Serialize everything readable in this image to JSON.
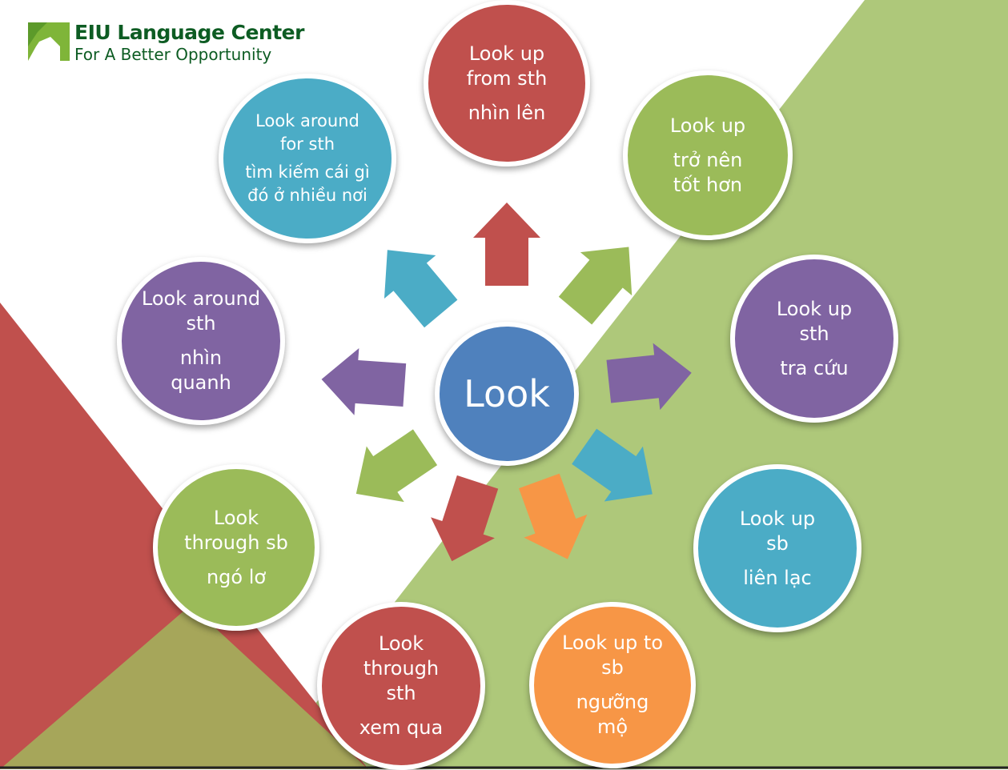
{
  "logo": {
    "title": "EIU Language Center",
    "subtitle": "For A Better Opportunity"
  },
  "center": {
    "label": "Look",
    "color": "#4f81bd"
  },
  "nodes": [
    {
      "id": "look-up-from",
      "en": "Look up from sth",
      "vi": "nhìn lên",
      "color": "#c0504d"
    },
    {
      "id": "look-up-better",
      "en": "Look up",
      "vi": "trở nên tốt hơn",
      "color": "#9bbb59"
    },
    {
      "id": "look-up-sth",
      "en": "Look up sth",
      "vi": "tra cứu",
      "color": "#8064a2"
    },
    {
      "id": "look-up-sb",
      "en": "Look up sb",
      "vi": "liên lạc",
      "color": "#4bacc6"
    },
    {
      "id": "look-up-to",
      "en": "Look up to sb",
      "vi": "ngưỡng mộ",
      "color": "#f79646"
    },
    {
      "id": "look-through-sth",
      "en": "Look through sth",
      "vi": "xem qua",
      "color": "#c0504d"
    },
    {
      "id": "look-through-sb",
      "en": "Look through sb",
      "vi": "ngó lơ",
      "color": "#9bbb59"
    },
    {
      "id": "look-around",
      "en": "Look around sth",
      "vi": "nhìn quanh",
      "color": "#8064a2"
    },
    {
      "id": "look-around-for",
      "en": "Look around for sth",
      "vi": "tìm kiếm cái gì đó ở nhiều nơi",
      "color": "#4bacc6"
    }
  ],
  "background": {
    "red": "#c0504d",
    "green": "#aec87a",
    "olive": "#a6a65a"
  }
}
